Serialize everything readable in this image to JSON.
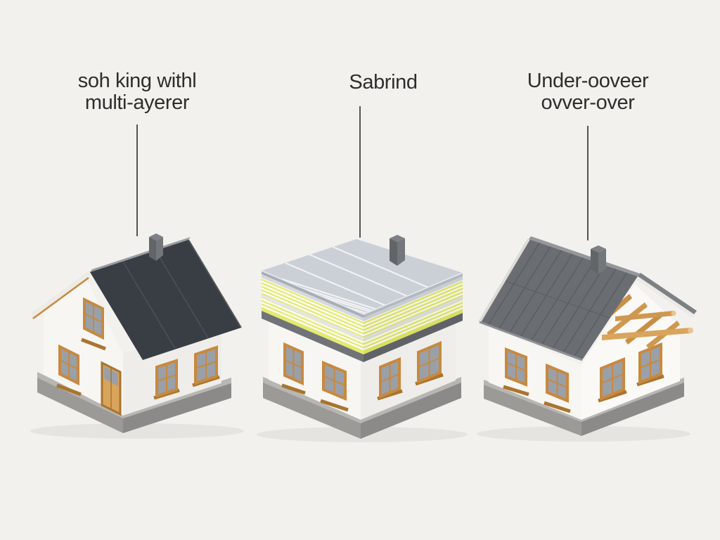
{
  "figure": {
    "title": "three house roofing methods comparison illustration",
    "panels": [
      {
        "label_lines": [
          "soh king withl",
          "multi-ayerer"
        ],
        "illustration": "house-with-dark-pitched-panel-roof"
      },
      {
        "label_lines": [
          "Sabrind"
        ],
        "illustration": "house-with-flat-roof-of-stacked-yellow-insulation-layers-and-silver-tile-deck"
      },
      {
        "label_lines": [
          "Under-ooveer",
          "ovver-over"
        ],
        "illustration": "house-with-gray-ribbed-roof-and-exposed-wooden-rafters"
      }
    ]
  },
  "colors": {
    "background": "#f2f1ed",
    "label_text": "#2e2e2c",
    "leader_line": "#55554f",
    "wall": "#f7f6f2",
    "wall_shade": "#efede9",
    "roof_dark": "#393e44",
    "roof_gray": "#6a6e72",
    "ridge_light": "#999da1",
    "wood": "#c8893f",
    "wood_light": "#d9a45c",
    "wood_dark": "#a9742f",
    "glass": "#9aa0a8",
    "insulation_yellow": "#e4ea6e",
    "insulation_shade": "#d8df60",
    "deck_silver": "#cbd0d7",
    "grid_line": "#f3f4f6",
    "cornice": "#707377",
    "base_light": "#b7b6b3",
    "base_gray": "#9b9a97",
    "base_dark": "#8b8a88",
    "chimney_top": "#7d8084",
    "chimney_left": "#626568",
    "chimney_right": "#73767b",
    "stripe_line": "#fbfbf8"
  }
}
